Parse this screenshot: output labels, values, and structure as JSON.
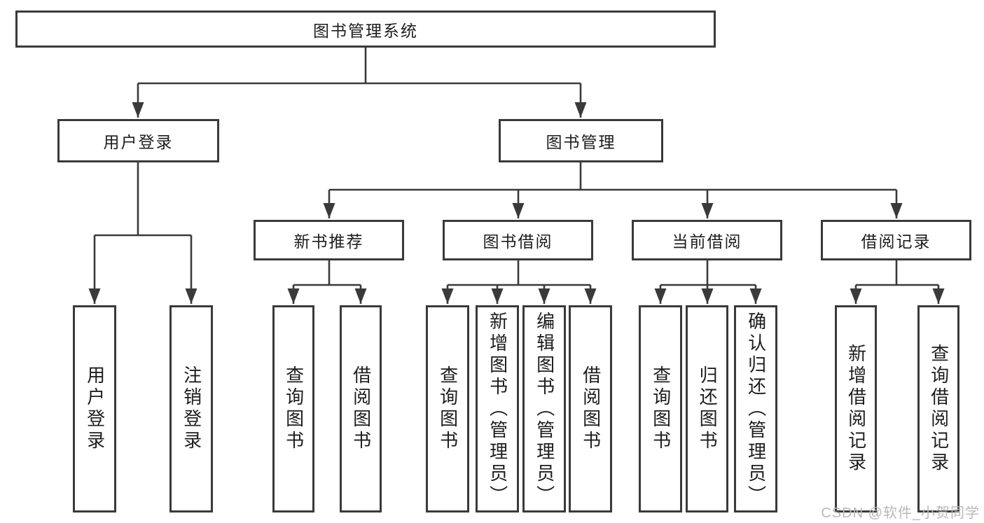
{
  "diagram": {
    "tree": {
      "label": "图书管理系统",
      "children": [
        {
          "label": "用户登录",
          "children": [
            {
              "label": "用户登录"
            },
            {
              "label": "注销登录"
            }
          ]
        },
        {
          "label": "图书管理",
          "children": [
            {
              "label": "新书推荐",
              "children": [
                {
                  "label": "查询图书"
                },
                {
                  "label": "借阅图书"
                }
              ]
            },
            {
              "label": "图书借阅",
              "children": [
                {
                  "label": "查询图书"
                },
                {
                  "label": "新增图书（管理员）"
                },
                {
                  "label": "编辑图书（管理员）"
                },
                {
                  "label": "借阅图书"
                }
              ]
            },
            {
              "label": "当前借阅",
              "children": [
                {
                  "label": "查询图书"
                },
                {
                  "label": "归还图书"
                },
                {
                  "label": "确认归还（管理员）"
                }
              ]
            },
            {
              "label": "借阅记录",
              "children": [
                {
                  "label": "新增借阅记录"
                },
                {
                  "label": "查询借阅记录"
                }
              ]
            }
          ]
        }
      ]
    },
    "watermark": "CSDN @软件_小贺同学",
    "colors": {
      "line": "#3a3a3c",
      "text": "#1d1d1f",
      "background": "#ffffff",
      "watermark": "#b9b9b9"
    }
  }
}
